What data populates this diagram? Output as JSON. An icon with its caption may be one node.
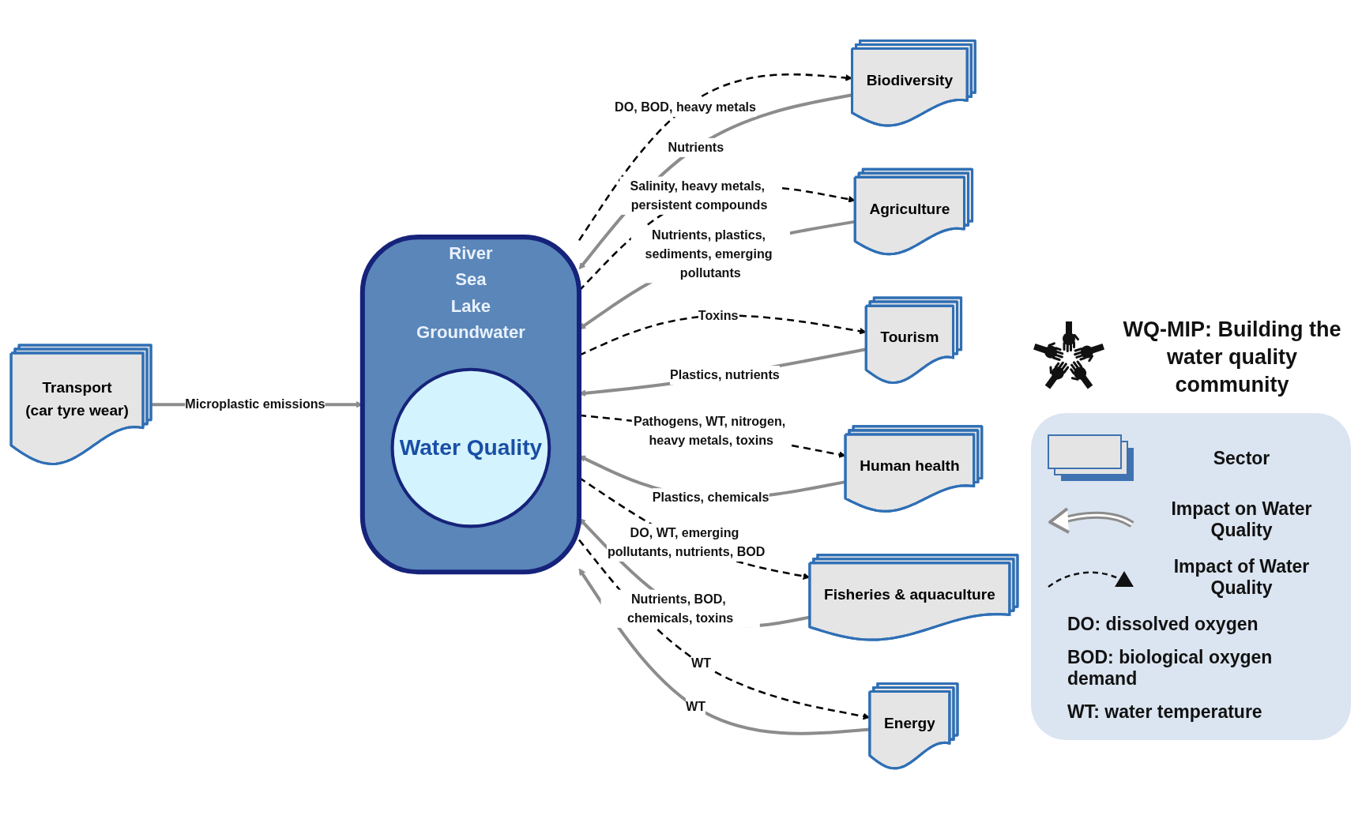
{
  "diagram": {
    "title": "WQ-MIP: Building the water quality community",
    "nodes": [
      {
        "text": [
          "Biodiversity"
        ]
      },
      {
        "text": [
          "Agriculture"
        ]
      },
      {
        "text": [
          "Tourism"
        ]
      },
      {
        "text": [
          "River",
          "Sea",
          "Lake",
          "Groundwater"
        ]
      },
      {
        "text": [
          "Water Quality"
        ],
        "in": 3
      },
      {
        "text": [
          "Human health"
        ]
      },
      {
        "text": [
          "Fisheries & aquaculture"
        ]
      },
      {
        "text": [
          "Transport",
          "(car tyre wear)"
        ]
      },
      {
        "text": [
          "Energy"
        ]
      }
    ],
    "edges": [
      {
        "from": 0,
        "to": 3,
        "arrow": "to",
        "label": "Nutrients"
      },
      {
        "from": 3,
        "to": 0,
        "arrow": "to",
        "label": "DO, BOD, heavy metals",
        "style": "dashed",
        "color": "#000000"
      },
      {
        "from": 1,
        "to": 3,
        "arrow": "to",
        "label": "Nutrients, plastics, sediments, emerging pollutants"
      },
      {
        "from": 3,
        "to": 1,
        "arrow": "to",
        "label": "Salinity, heavy metals, persistent compounds",
        "style": "dashed",
        "color": "#000000"
      },
      {
        "from": 2,
        "to": 3,
        "arrow": "to",
        "label": "Plastics, nutrients"
      },
      {
        "from": 3,
        "to": 2,
        "arrow": "to",
        "label": "Toxins",
        "style": "dashed",
        "color": "#000000"
      },
      {
        "from": 5,
        "to": 3,
        "arrow": "to",
        "label": "Plastics, chemicals"
      },
      {
        "from": 3,
        "to": 5,
        "arrow": "to",
        "label": "Pathogens, WT, nitrogen, heavy metals, toxins",
        "style": "dashed",
        "color": "#000000"
      },
      {
        "from": 6,
        "to": 3,
        "arrow": "to",
        "label": "Nutrients, BOD, chemicals, toxins"
      },
      {
        "from": 3,
        "to": 6,
        "arrow": "to",
        "label": "DO, WT, emerging pollutants, nutrients, BOD",
        "style": "dashed",
        "color": "#000000"
      },
      {
        "from": 7,
        "to": 3,
        "arrow": "to",
        "label": "Microplastic emissions"
      },
      {
        "from": 8,
        "to": 3,
        "arrow": "to",
        "label": "WT"
      },
      {
        "from": 3,
        "to": 8,
        "arrow": "to",
        "label": "WT",
        "style": "dashed",
        "color": "#000000"
      }
    ],
    "labels": [
      "DO: dissolved oxygen",
      "BOD: biological oxygen demand",
      "WT: water temperature"
    ],
    "legend": [
      {
        "text": "Sector"
      },
      {
        "text": "Impact on Water Quality"
      },
      {
        "text": "Impact of Water Quality"
      }
    ]
  }
}
